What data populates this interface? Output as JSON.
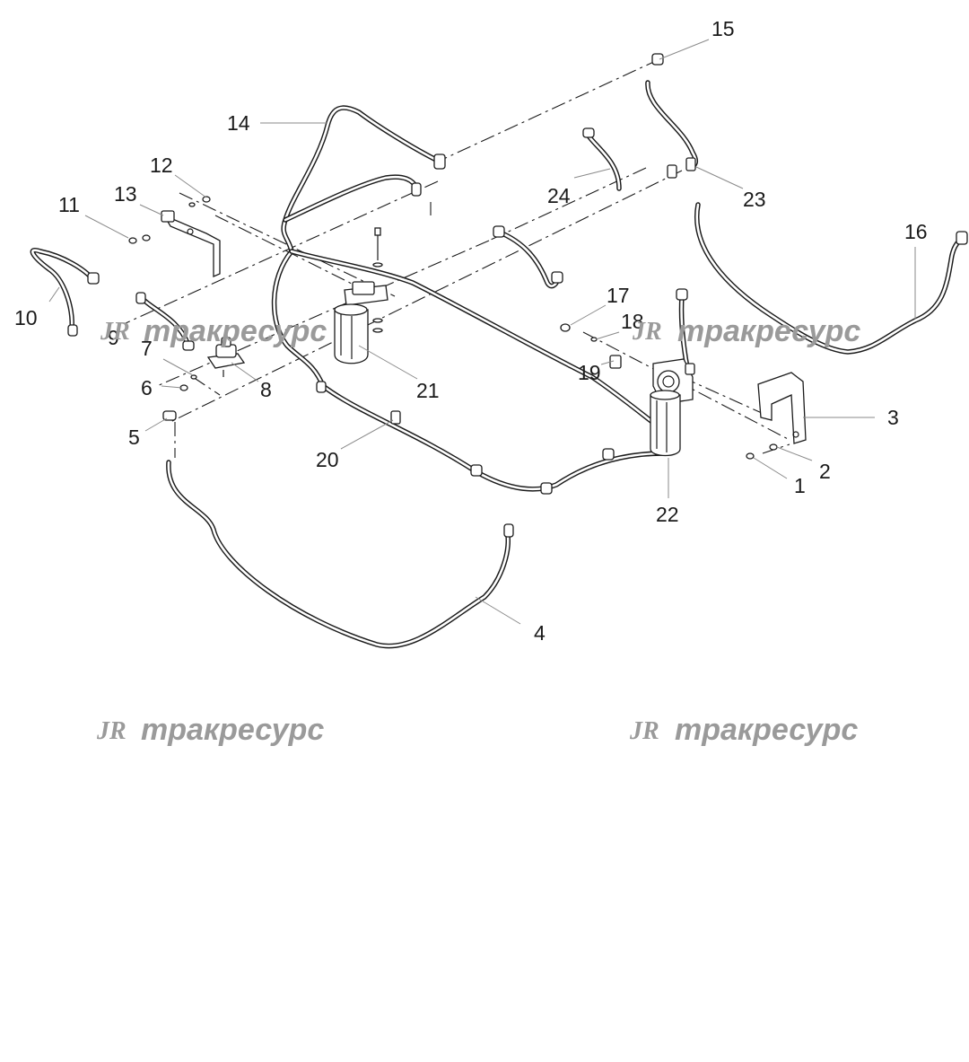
{
  "callouts": [
    {
      "id": "1",
      "label": "1"
    },
    {
      "id": "2",
      "label": "2"
    },
    {
      "id": "3",
      "label": "3"
    },
    {
      "id": "4",
      "label": "4"
    },
    {
      "id": "5",
      "label": "5"
    },
    {
      "id": "6",
      "label": "6"
    },
    {
      "id": "7",
      "label": "7"
    },
    {
      "id": "8",
      "label": "8"
    },
    {
      "id": "9",
      "label": "9"
    },
    {
      "id": "10",
      "label": "10"
    },
    {
      "id": "11",
      "label": "11"
    },
    {
      "id": "12",
      "label": "12"
    },
    {
      "id": "13",
      "label": "13"
    },
    {
      "id": "14",
      "label": "14"
    },
    {
      "id": "15",
      "label": "15"
    },
    {
      "id": "16",
      "label": "16"
    },
    {
      "id": "17",
      "label": "17"
    },
    {
      "id": "18",
      "label": "18"
    },
    {
      "id": "19",
      "label": "19"
    },
    {
      "id": "20",
      "label": "20"
    },
    {
      "id": "21",
      "label": "21"
    },
    {
      "id": "22",
      "label": "22"
    },
    {
      "id": "23",
      "label": "23"
    },
    {
      "id": "24",
      "label": "24"
    }
  ],
  "watermark": {
    "logo": "JR",
    "text": "тракресурс",
    "color": "#9a9a9a"
  },
  "colors": {
    "line": "#1b1b1b",
    "leader": "#8a8a8a",
    "background": "#ffffff"
  }
}
